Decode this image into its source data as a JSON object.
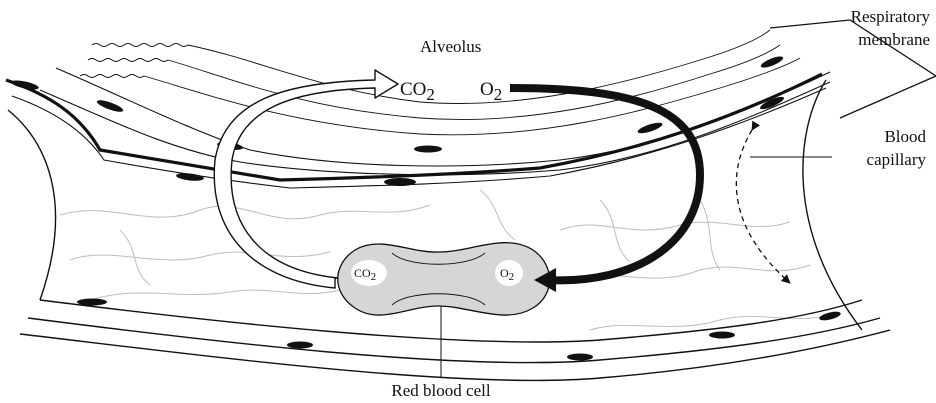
{
  "labels": {
    "alveolus": "Alveolus",
    "respiratory_membrane_line1": "Respiratory",
    "respiratory_membrane_line2": "membrane",
    "blood_capillary_line1": "Blood",
    "blood_capillary_line2": "capillary",
    "red_blood_cell": "Red blood cell"
  },
  "gases": {
    "co2_main": "CO",
    "co2_sub": "2",
    "o2_main": "O",
    "o2_sub": "2"
  },
  "cell_gases": {
    "co2_main": "CO",
    "co2_sub": "2",
    "o2_main": "O",
    "o2_sub": "2"
  }
}
